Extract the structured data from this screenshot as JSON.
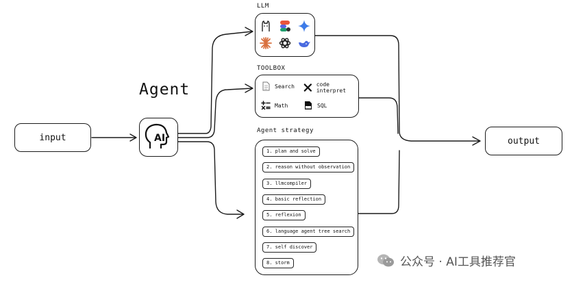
{
  "input_label": "input",
  "output_label": "output",
  "agent_title": "Agent",
  "agent_icon_text": "AI",
  "llm": {
    "title": "LLM",
    "icons": [
      "llama-icon",
      "figma-like-icon",
      "gemini-sparkle-icon",
      "claude-starburst-icon",
      "openai-knot-icon",
      "deepseek-whale-icon"
    ]
  },
  "toolbox": {
    "title": "TOOLBOX",
    "tools": [
      {
        "label": "Search",
        "icon": "document-icon"
      },
      {
        "label": "code interpret",
        "icon": "tools-cross-icon"
      },
      {
        "label": "Math",
        "icon": "math-operators-icon"
      },
      {
        "label": "SQL",
        "icon": "sql-file-icon"
      }
    ]
  },
  "strategy": {
    "title": "Agent strategy",
    "items": [
      "1. plan and solve",
      "2. reason without observation",
      "3. llmcompiler",
      "4. basic reflection",
      "5. reflexion",
      "6. language agent tree search",
      "7. self discover",
      "8. storm"
    ]
  },
  "watermark": "公众号 · AI工具推荐官"
}
